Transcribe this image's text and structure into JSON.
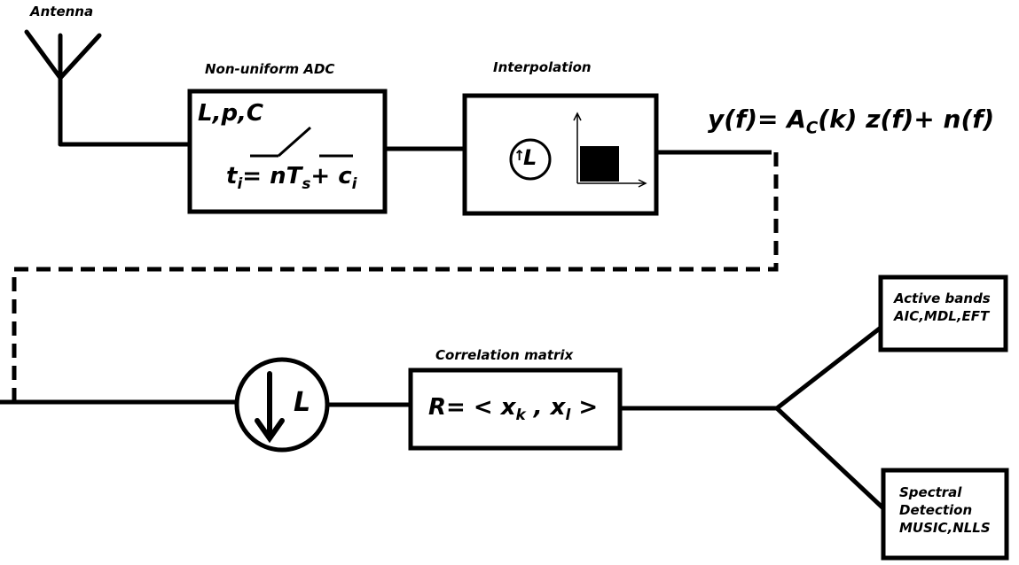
{
  "labels": {
    "antenna": "Antenna",
    "nonuniform_adc": "Non-uniform ADC",
    "interpolation": "Interpolation",
    "correlation_matrix": "Correlation matrix"
  },
  "adc_box": {
    "params": "L,p,C",
    "eq_t": "t",
    "eq_i": "i",
    "eq_mid": "= nT",
    "eq_s": "s",
    "eq_plus": "+ c",
    "eq_i2": "i"
  },
  "interp_box": {
    "up_symbol": "↑",
    "factor": "L"
  },
  "signal_model": {
    "lhs": "y(f)= A",
    "sub": "C",
    "rhs": "(k) z(f)+ n(f)"
  },
  "downsampler": {
    "factor": "L"
  },
  "corr_box": {
    "lhs": "R= < x",
    "sub_k": "k",
    "comma": " , x",
    "sub_l": "l",
    "rhs": " >"
  },
  "active_bands_box": {
    "line1": "Active bands",
    "line2": "AIC,MDL,EFT"
  },
  "spectral_box": {
    "line1": "Spectral",
    "line2": "Detection",
    "line3": "MUSIC,NLLS"
  }
}
